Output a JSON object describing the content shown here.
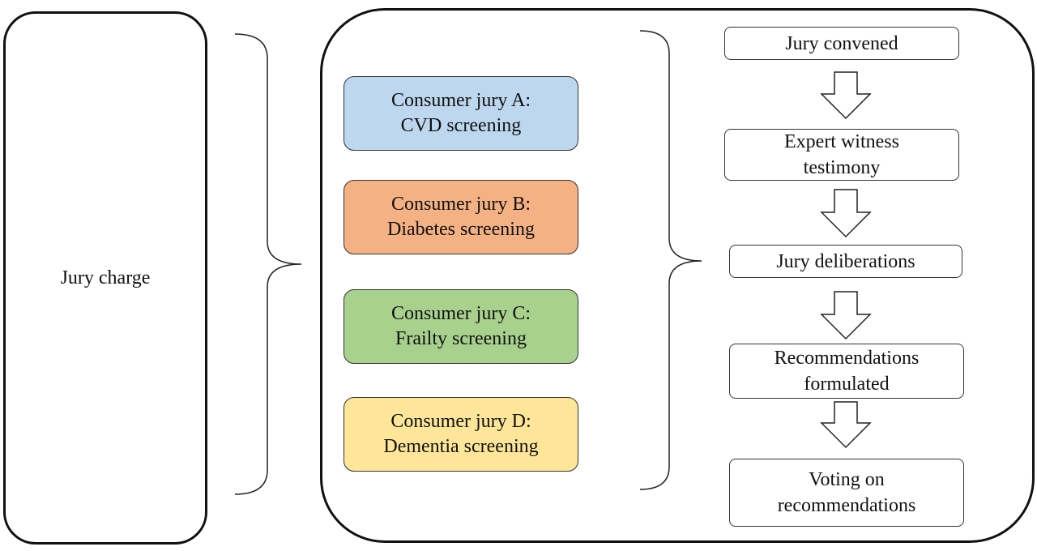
{
  "jury_charge": {
    "label": "Jury charge"
  },
  "consumer_juries": [
    {
      "line1": "Consumer jury A:",
      "line2": "CVD screening",
      "color": "#bdd7ee"
    },
    {
      "line1": "Consumer jury B:",
      "line2": "Diabetes screening",
      "color": "#f4b183"
    },
    {
      "line1": "Consumer jury C:",
      "line2": "Frailty screening",
      "color": "#a9d18e"
    },
    {
      "line1": "Consumer jury D:",
      "line2": "Dementia screening",
      "color": "#ffe699"
    }
  ],
  "process_steps": [
    {
      "line1": "Jury convened",
      "line2": ""
    },
    {
      "line1": "Expert witness",
      "line2": "testimony"
    },
    {
      "line1": "Jury deliberations",
      "line2": ""
    },
    {
      "line1": "Recommendations",
      "line2": "formulated"
    },
    {
      "line1": "Voting on",
      "line2": "recommendations"
    }
  ],
  "icons": {
    "brace": "right-curly-brace",
    "arrow": "hollow-down-arrow"
  }
}
